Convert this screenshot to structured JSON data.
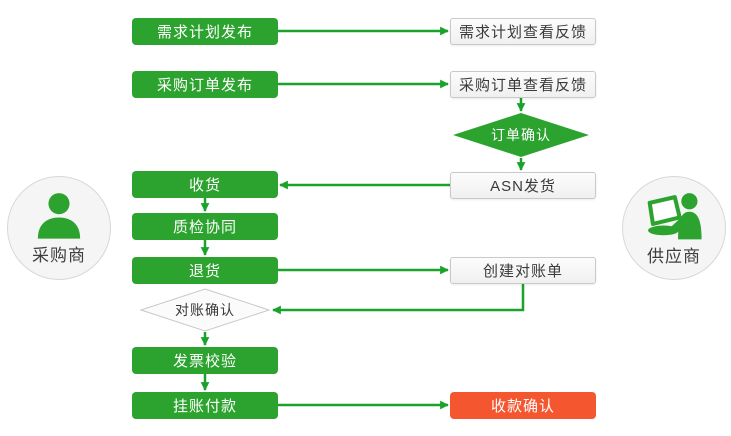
{
  "actors": {
    "buyer": {
      "label": "采购商",
      "icon": "person-icon"
    },
    "supplier": {
      "label": "供应商",
      "icon": "person-laptop-icon"
    }
  },
  "nodes": {
    "req_plan_publish": {
      "label": "需求计划发布",
      "actor": "buyer",
      "style": "green"
    },
    "req_plan_feedback": {
      "label": "需求计划查看反馈",
      "actor": "supplier",
      "style": "white"
    },
    "po_publish": {
      "label": "采购订单发布",
      "actor": "buyer",
      "style": "green"
    },
    "po_feedback": {
      "label": "采购订单查看反馈",
      "actor": "supplier",
      "style": "white"
    },
    "order_confirm": {
      "label": "订单确认",
      "actor": "supplier",
      "style": "green-diamond"
    },
    "asn_ship": {
      "label": "ASN发货",
      "actor": "supplier",
      "style": "white"
    },
    "receive": {
      "label": "收货",
      "actor": "buyer",
      "style": "green"
    },
    "qc_collab": {
      "label": "质检协同",
      "actor": "buyer",
      "style": "green"
    },
    "return_goods": {
      "label": "退货",
      "actor": "buyer",
      "style": "green"
    },
    "create_statement": {
      "label": "创建对账单",
      "actor": "supplier",
      "style": "white"
    },
    "statement_confirm": {
      "label": "对账确认",
      "actor": "buyer",
      "style": "white-diamond"
    },
    "invoice_check": {
      "label": "发票校验",
      "actor": "buyer",
      "style": "green"
    },
    "book_payment": {
      "label": "挂账付款",
      "actor": "buyer",
      "style": "green"
    },
    "collection_confirm": {
      "label": "收款确认",
      "actor": "supplier",
      "style": "red"
    }
  },
  "edges": [
    [
      "req_plan_publish",
      "req_plan_feedback"
    ],
    [
      "po_publish",
      "po_feedback"
    ],
    [
      "po_feedback",
      "order_confirm"
    ],
    [
      "order_confirm",
      "asn_ship"
    ],
    [
      "asn_ship",
      "receive"
    ],
    [
      "receive",
      "qc_collab"
    ],
    [
      "qc_collab",
      "return_goods"
    ],
    [
      "return_goods",
      "create_statement"
    ],
    [
      "create_statement",
      "statement_confirm"
    ],
    [
      "statement_confirm",
      "invoice_check"
    ],
    [
      "invoice_check",
      "book_payment"
    ],
    [
      "book_payment",
      "collection_confirm"
    ]
  ],
  "colors": {
    "node_green": "#2da32f",
    "arrow_green": "#1aa22b",
    "node_red": "#f45630",
    "white_box_border": "#c9c9c9",
    "dark_text": "#3a3a3a",
    "circle_fill": "#f5f5f5"
  }
}
